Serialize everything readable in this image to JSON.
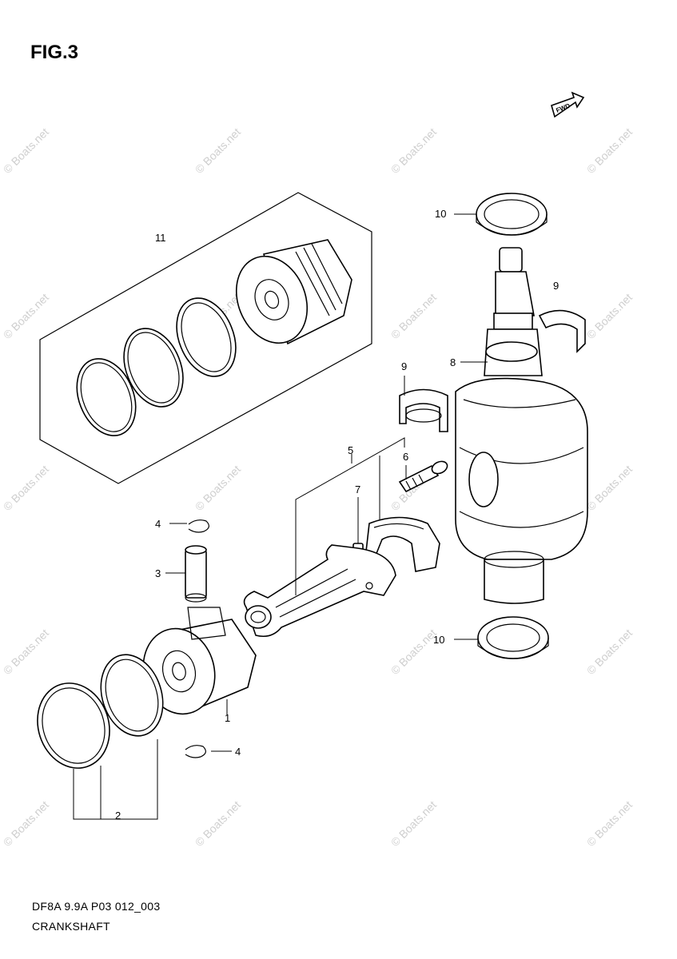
{
  "figure": {
    "title": "FIG.3",
    "direction_label": "FWD"
  },
  "footer": {
    "code": "DF8A 9.9A P03 012_003",
    "name": "CRANKSHAFT"
  },
  "watermark": {
    "text": "© Boats.net"
  },
  "callouts": {
    "c1": "1",
    "c2": "2",
    "c3": "3",
    "c4a": "4",
    "c4b": "4",
    "c5": "5",
    "c6": "6",
    "c7": "7",
    "c8": "8",
    "c9a": "9",
    "c9b": "9",
    "c10a": "10",
    "c10b": "10",
    "c11": "11"
  }
}
